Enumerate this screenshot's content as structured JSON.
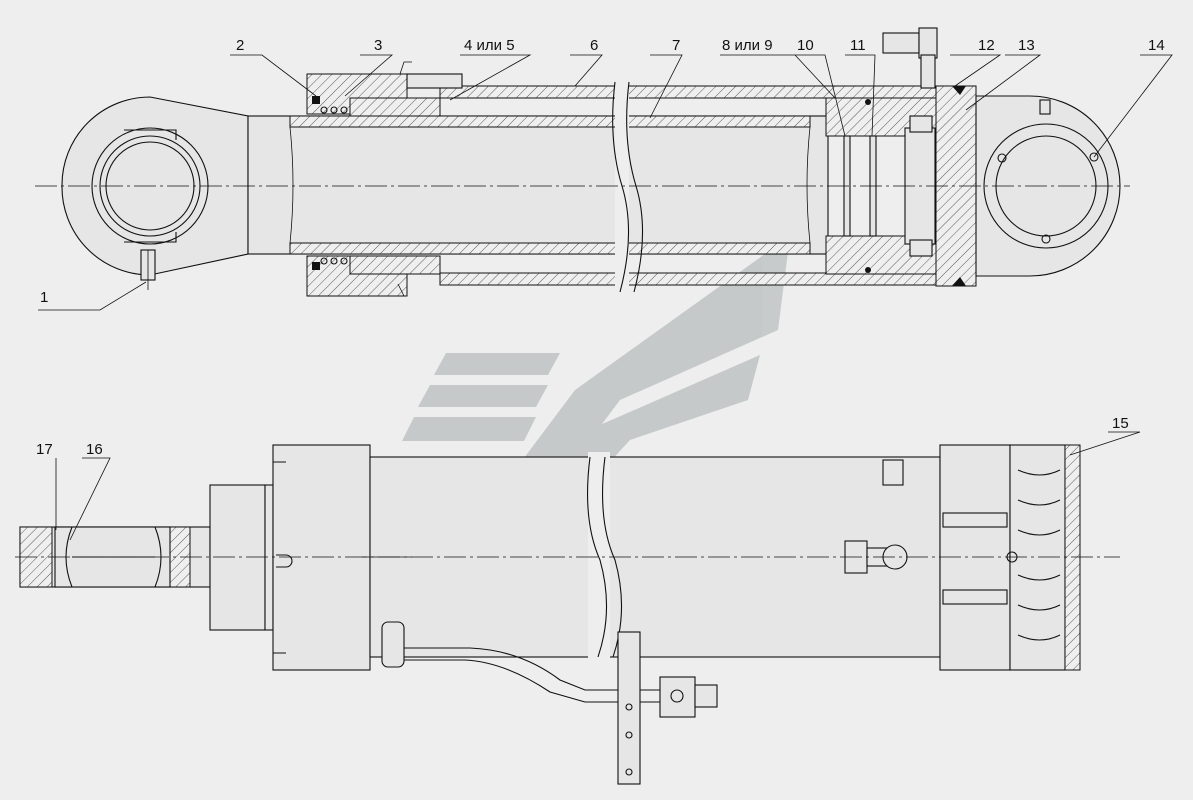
{
  "labels": {
    "l1": "1",
    "l2": "2",
    "l3": "3",
    "l4": "4 или 5",
    "l6": "6",
    "l7": "7",
    "l8": "8 или 9",
    "l10": "10",
    "l11": "11",
    "l12": "12",
    "l13": "13",
    "l14": "14",
    "l15": "15",
    "l16": "16",
    "l17": "17"
  },
  "colors": {
    "background": "#eeeeee",
    "line": "#111111",
    "watermark": "#c4c8c8"
  },
  "watermark": {
    "icon": "company-logo-watermark"
  }
}
